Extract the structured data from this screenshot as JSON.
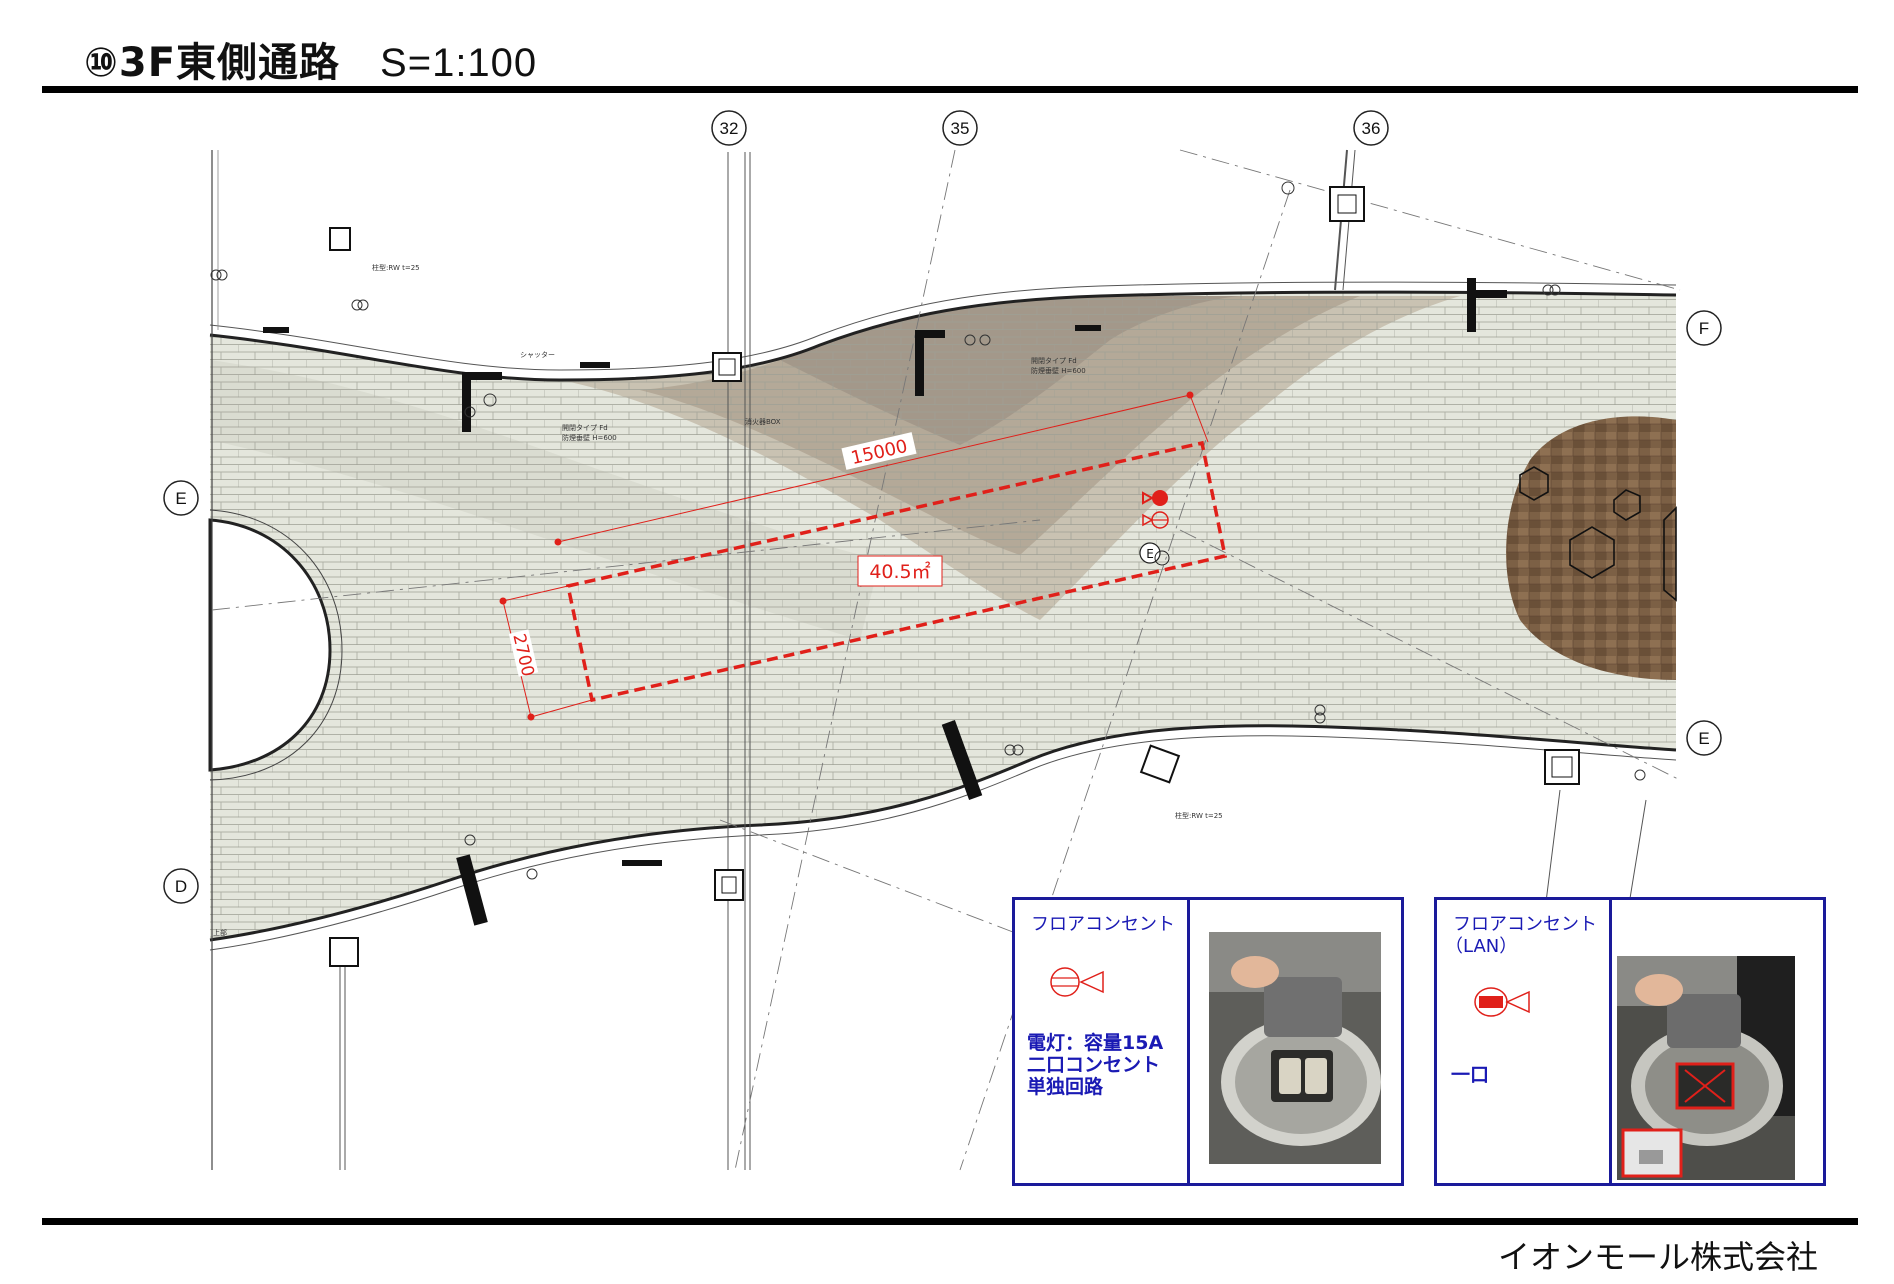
{
  "header": {
    "title": "⑩3F東側通路",
    "scale": "S=1:100"
  },
  "footer": {
    "company": "イオンモール株式会社"
  },
  "grid_labels": {
    "col_32": "32",
    "col_35": "35",
    "col_36": "36",
    "row_f": "F",
    "row_e_left": "E",
    "row_e_right": "E",
    "row_d": "D"
  },
  "area": {
    "length": "15000",
    "width": "2700",
    "area_label": "40.5㎡",
    "color": "#e0201a"
  },
  "legend_power": {
    "title": "フロアコンセント",
    "desc_lines": [
      "電灯：容量15A",
      "二口コンセント",
      "単独回路"
    ]
  },
  "legend_lan": {
    "title_lines": [
      "フロアコンセント",
      "（LAN）"
    ],
    "desc": "一口"
  },
  "annotations": {
    "column_note_top": "柱型:RW t=25",
    "column_note_mid": "柱型:RW t=25",
    "fire_box": "消火器BOX",
    "shutter": "シャッター",
    "smoke_type_fd": "開閉タイプ Fd",
    "smoke_height": "防煙垂壁 H=600",
    "upper": "上部",
    "e_mark": "E"
  },
  "colors": {
    "accent_blue": "#1a1a9a",
    "legend_text": "#1a1ab4",
    "floor_light": "#e4e6dc",
    "floor_mid": "#cdc6b6",
    "floor_dark": "#a99d8a",
    "wood": "#7a5e42"
  }
}
